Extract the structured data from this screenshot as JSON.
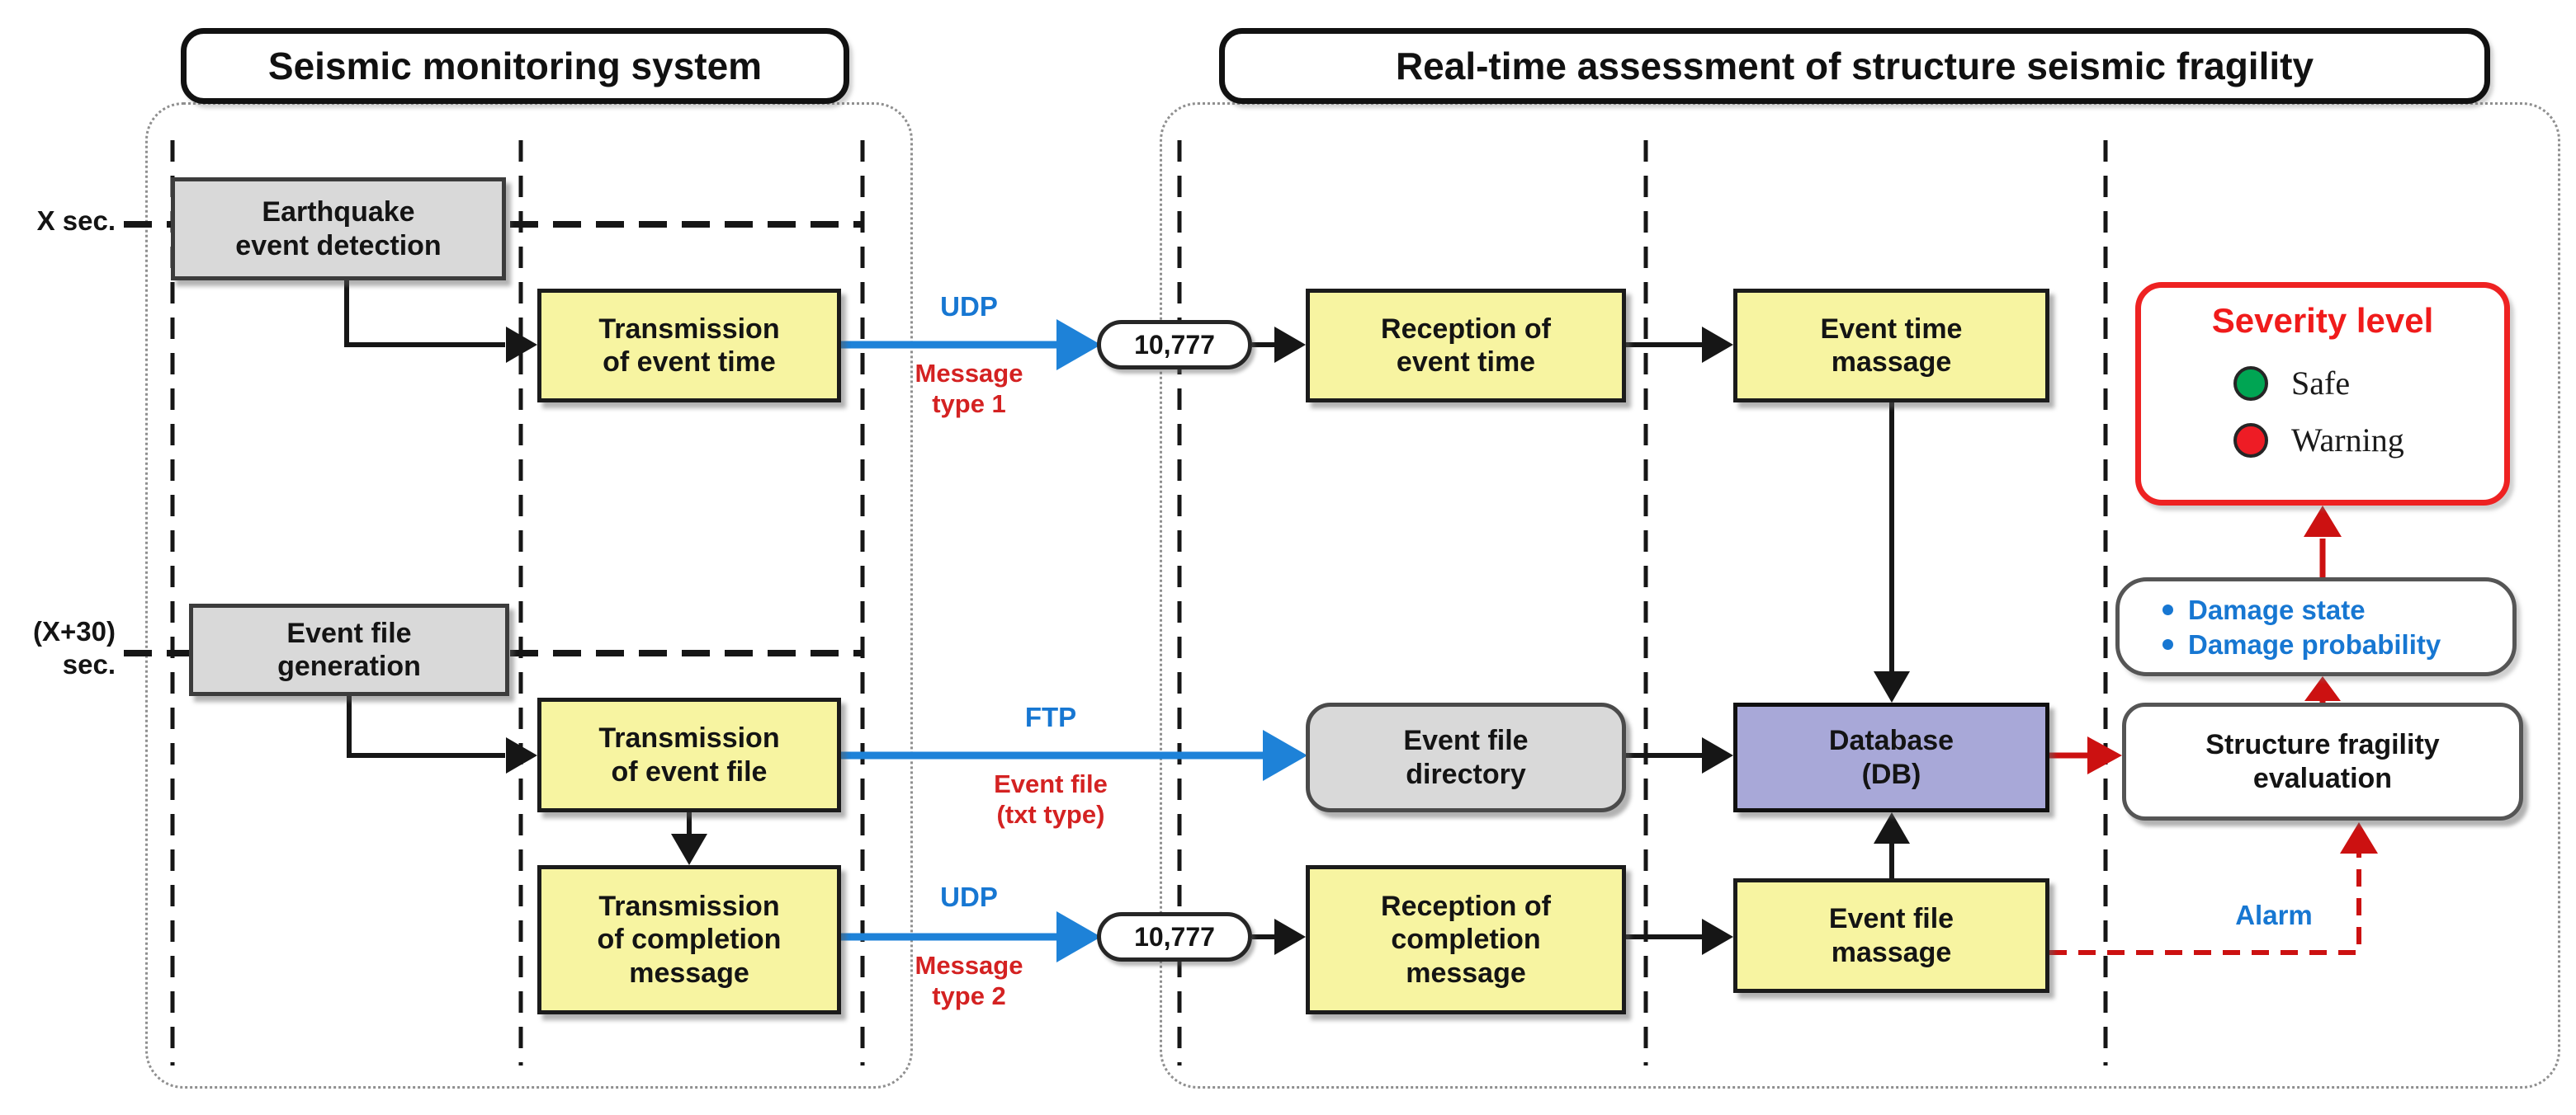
{
  "left_panel": {
    "title": "Seismic monitoring system",
    "timeline": {
      "first": "X sec.",
      "second": "(X+30)\nsec."
    },
    "boxes": {
      "earthquake_detection": "Earthquake\nevent detection",
      "transmission_event_time": "Transmission\nof event time",
      "event_file_generation": "Event file\ngeneration",
      "transmission_event_file": "Transmission\nof event file",
      "transmission_completion_message": "Transmission\nof completion\nmessage"
    }
  },
  "channels": {
    "udp1": {
      "protocol": "UDP",
      "note": "Message\ntype 1",
      "port": "10,777"
    },
    "ftp": {
      "protocol": "FTP",
      "note": "Event file\n(txt type)"
    },
    "udp2": {
      "protocol": "UDP",
      "note": "Message\ntype 2",
      "port": "10,777"
    },
    "alarm_label": "Alarm"
  },
  "right_panel": {
    "title": "Real-time assessment of structure seismic fragility",
    "boxes": {
      "reception_event_time": "Reception of\nevent time",
      "event_time_massage": "Event time\nmassage",
      "event_file_directory": "Event file\ndirectory",
      "database": "Database\n(DB)",
      "reception_completion_message": "Reception of\ncompletion\nmessage",
      "event_file_massage": "Event file\nmassage",
      "structure_fragility_evaluation": "Structure fragility\nevaluation"
    },
    "outputs": {
      "items": [
        "Damage state",
        "Damage probability"
      ]
    },
    "severity": {
      "title": "Severity level",
      "items": [
        {
          "label": "Safe",
          "color": "#00a553"
        },
        {
          "label": "Warning",
          "color": "#ee1c25"
        }
      ]
    }
  },
  "colors": {
    "process_yellow": "#f7f4a1",
    "neutral_gray": "#d9d9d9",
    "database_purple": "#a8a8d8",
    "flow_blue": "#1e82d8",
    "alert_red": "#cc1111",
    "label_red": "#d42222",
    "label_blue": "#1777d2"
  }
}
